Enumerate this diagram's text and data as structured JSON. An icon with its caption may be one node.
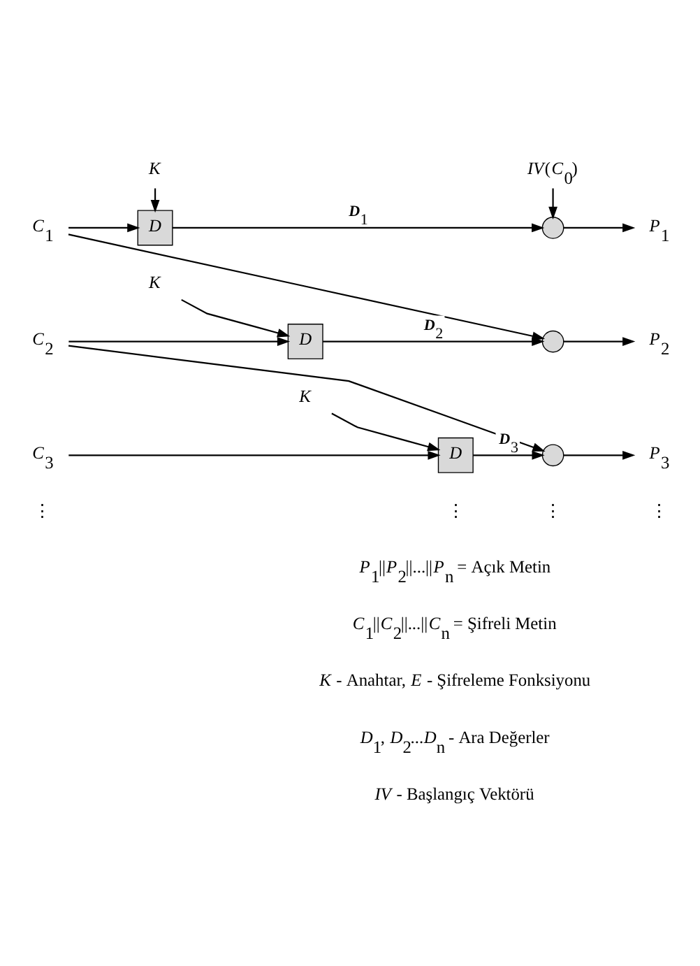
{
  "diagram": {
    "nodes": [
      {
        "text": [
          "*C*$_{1}$"
        ]
      },
      {
        "text": [
          "*K*"
        ]
      },
      {
        "text": [
          "*D*"
        ]
      },
      {
        "text": [
          "*IV*(*C*$_{0}$)"
        ]
      },
      {
        "text": [],
        "shape": "circle"
      },
      {
        "text": [
          "*P*$_{1}$"
        ]
      },
      {
        "text": [
          "*C*$_{2}$"
        ]
      },
      {
        "text": [
          "*K*"
        ]
      },
      {
        "text": [
          "*D*"
        ]
      },
      {
        "text": [],
        "shape": "circle"
      },
      {
        "text": [
          "*P*$_{2}$"
        ]
      },
      {
        "text": [
          "*C*$_{3}$"
        ]
      },
      {
        "text": [
          "*K*"
        ]
      },
      {
        "text": [
          "*D*"
        ]
      },
      {
        "text": [],
        "shape": "circle"
      },
      {
        "text": [
          "*P*$_{3}$"
        ]
      }
    ],
    "edges": [
      {
        "from": 0,
        "to": 2,
        "arrow": "to"
      },
      {
        "from": 1,
        "to": 2,
        "arrow": "to"
      },
      {
        "from": 2,
        "to": 4,
        "arrow": "to",
        "label": "**D**$_{1}$"
      },
      {
        "from": 3,
        "to": 4,
        "arrow": "to"
      },
      {
        "from": 4,
        "to": 5,
        "arrow": "to"
      },
      {
        "from": 0,
        "to": 9,
        "arrow": "to"
      },
      {
        "from": 6,
        "to": 8,
        "arrow": "to"
      },
      {
        "from": 7,
        "to": 8,
        "arrow": "to"
      },
      {
        "from": 8,
        "to": 9,
        "arrow": "to",
        "label": "**D**$_{2}$"
      },
      {
        "from": 9,
        "to": 10,
        "arrow": "to"
      },
      {
        "from": 6,
        "to": 14,
        "arrow": "to"
      },
      {
        "from": 11,
        "to": 13,
        "arrow": "to"
      },
      {
        "from": 12,
        "to": 13,
        "arrow": "to"
      },
      {
        "from": 13,
        "to": 14,
        "arrow": "to",
        "label": "**D**$_{3}$"
      },
      {
        "from": 14,
        "to": 15,
        "arrow": "to"
      }
    ],
    "labels": [
      "⋮",
      "⋮",
      "⋮",
      "⋮",
      "*P*$_{1}$||*P*$_{2}$||...||*P*$_{n}$ = Açık Metin",
      "*C*$_{1}$||*C*$_{2}$||...||*C*$_{n}$ = Şifreli Metin",
      "*K* - Anahtar, *E* - Şifreleme Fonksiyonu",
      "*D*$_{1}$, *D*$_{2}$...*D*$_{n}$ - Ara Değerler",
      "*IV* - Başlangıç Vektörü"
    ]
  }
}
